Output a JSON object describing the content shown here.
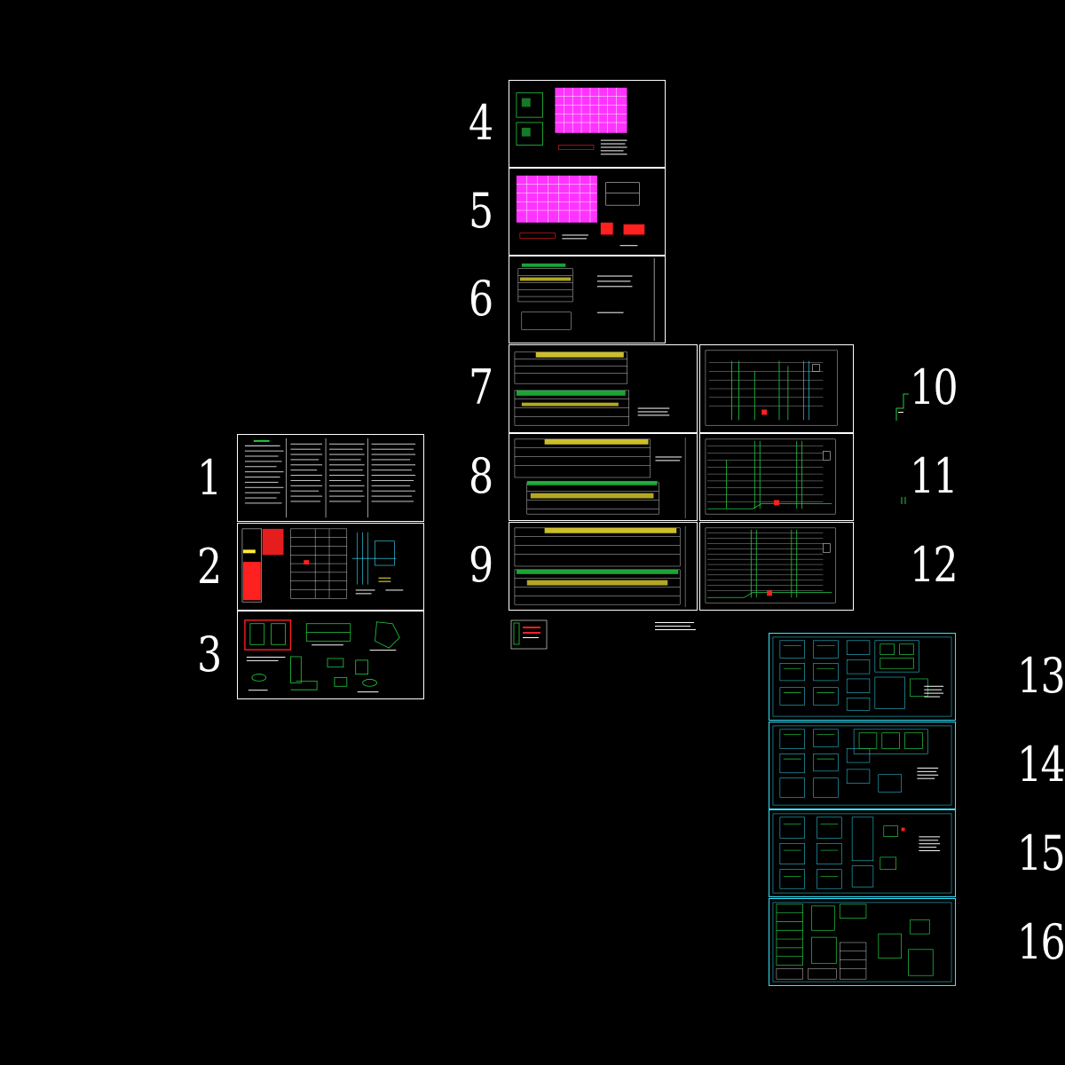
{
  "canvas": {
    "background": "#000000"
  },
  "colors": {
    "frame": "#ffffff",
    "frame_alt": "#33e6ff",
    "magenta": "#ff33ff",
    "green": "#22cc44",
    "yellow": "#ffee33",
    "red": "#ff2020",
    "cyan": "#33e6ff"
  },
  "sheets": [
    {
      "number": "1"
    },
    {
      "number": "2"
    },
    {
      "number": "3"
    },
    {
      "number": "4"
    },
    {
      "number": "5"
    },
    {
      "number": "6"
    },
    {
      "number": "7"
    },
    {
      "number": "8"
    },
    {
      "number": "9"
    },
    {
      "number": "10"
    },
    {
      "number": "11"
    },
    {
      "number": "12"
    },
    {
      "number": "13"
    },
    {
      "number": "14"
    },
    {
      "number": "15"
    },
    {
      "number": "16"
    }
  ]
}
